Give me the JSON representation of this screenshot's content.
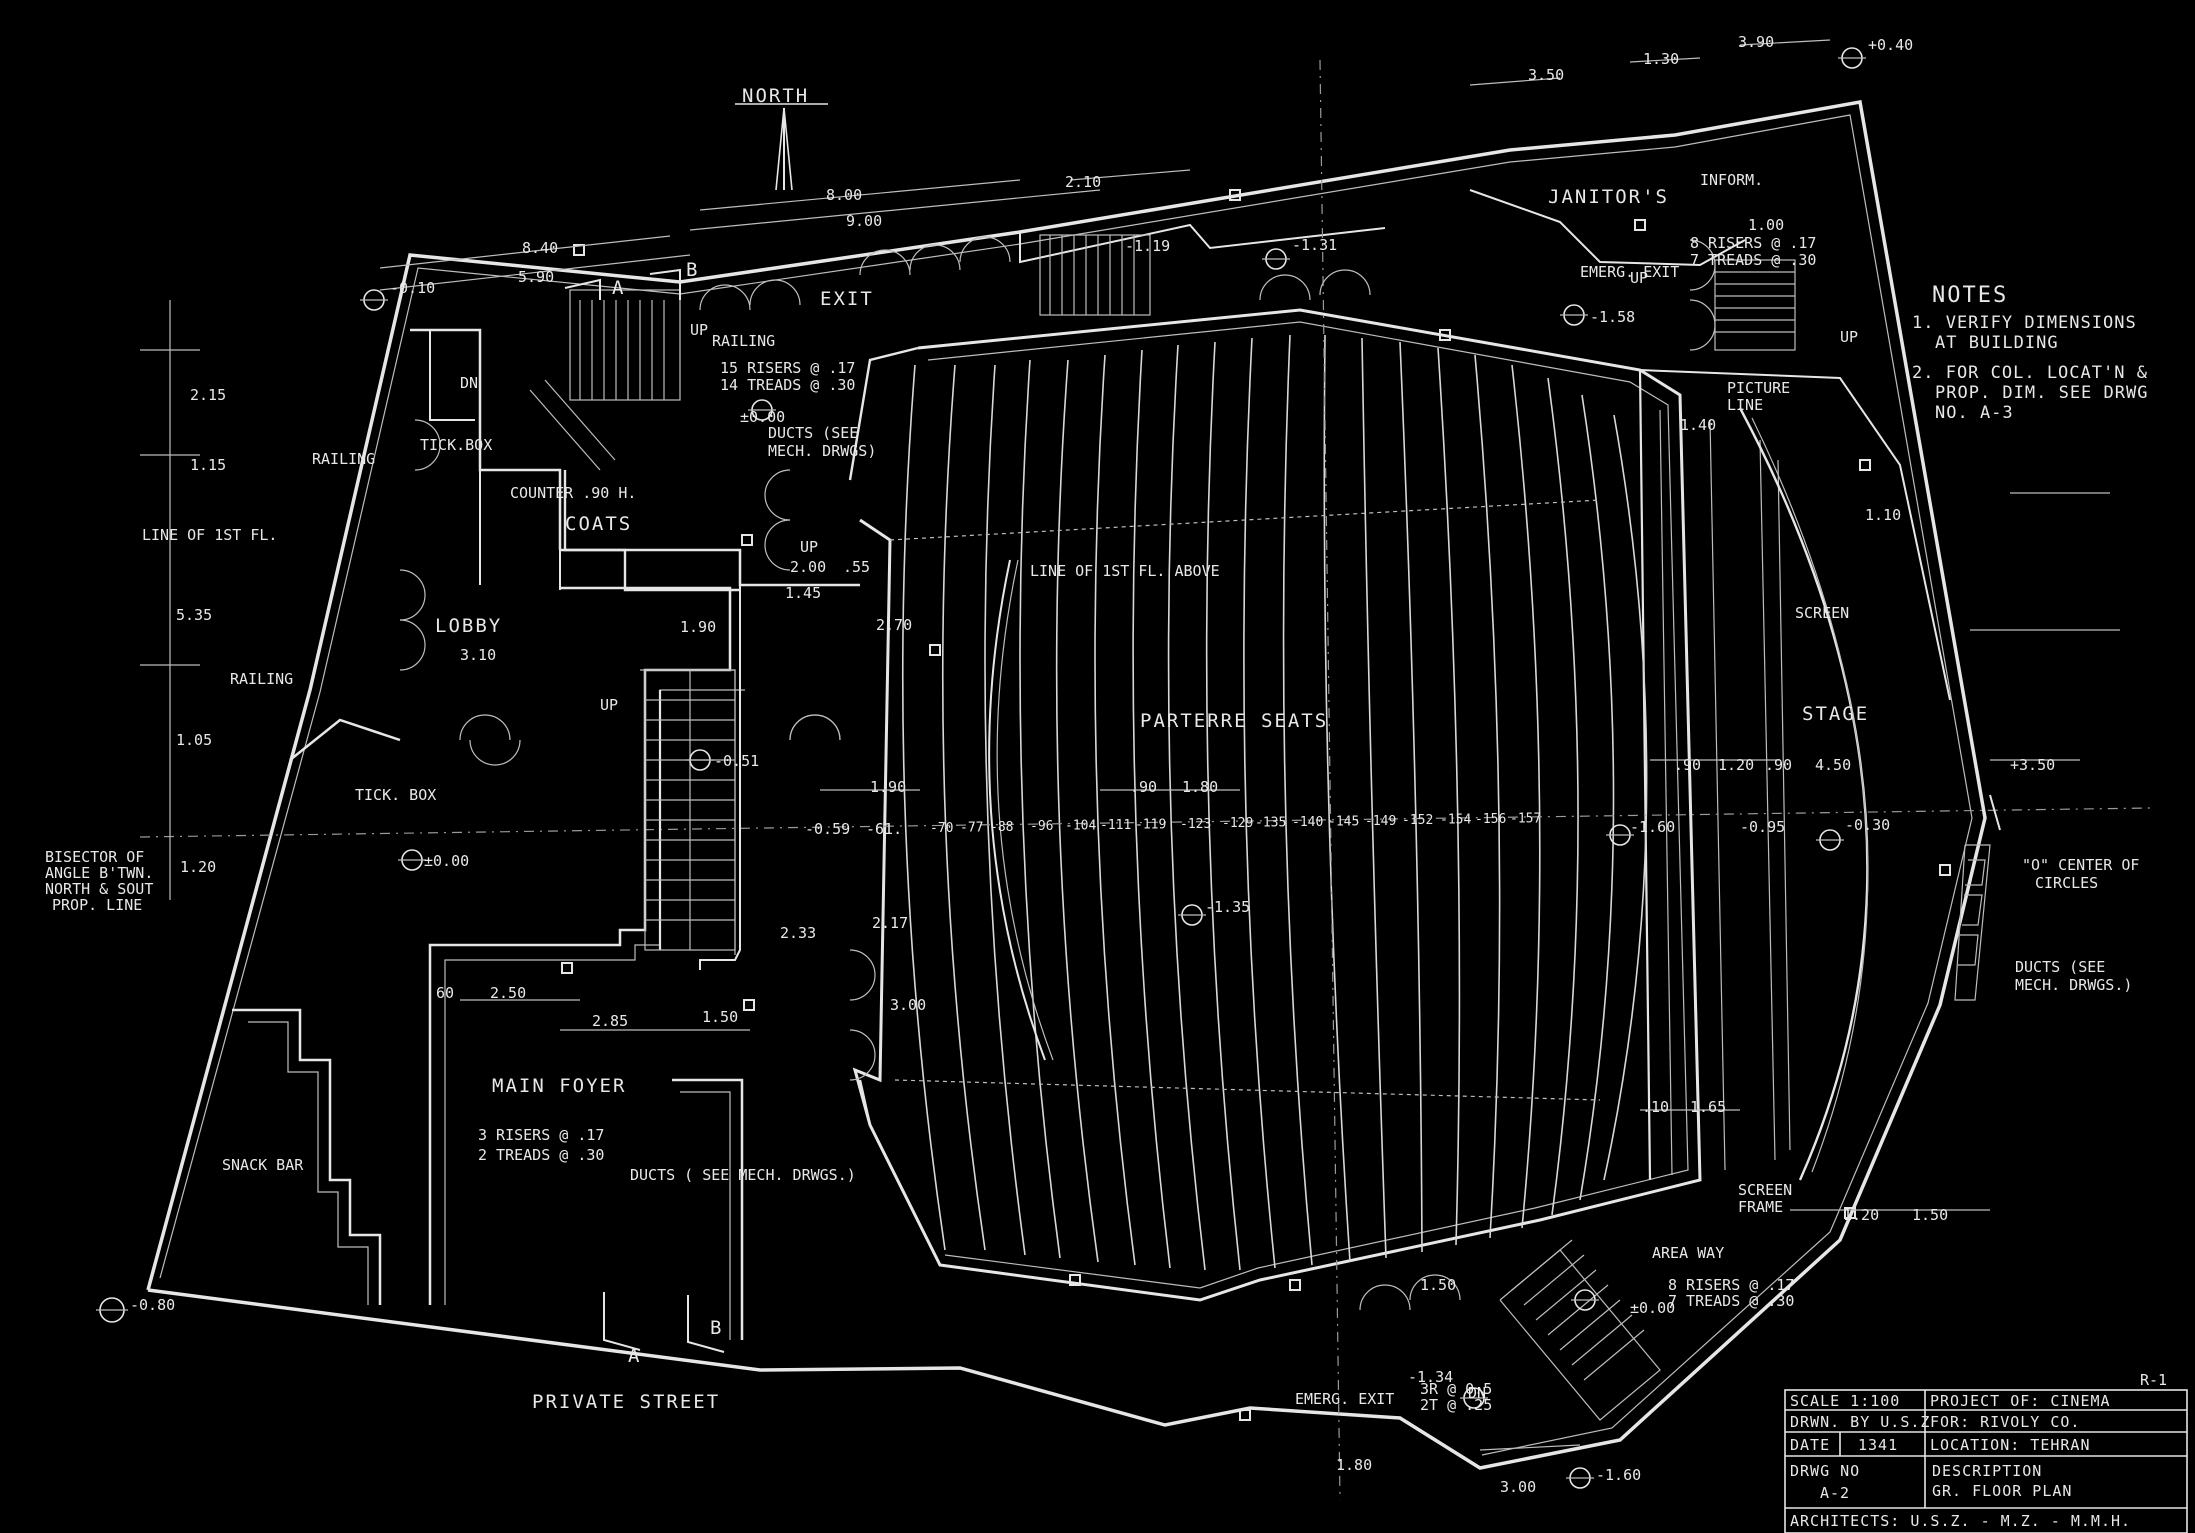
{
  "north": "NORTH",
  "rooms": {
    "exit": "EXIT",
    "janitors": "JANITOR'S",
    "inform": "INFORM.",
    "emerg_exit_upper": "EMERG. EXIT",
    "tick_box_upper": "TICK.BOX",
    "counter": "COUNTER .90 H.",
    "coats": "COATS",
    "lobby": "LOBBY",
    "tick_box_lower": "TICK. BOX",
    "main_foyer": "MAIN FOYER",
    "snack_bar": "SNACK BAR",
    "parterre_seats": "PARTERRE SEATS",
    "stage": "STAGE",
    "screen": "SCREEN",
    "picture_line_1": "PICTURE",
    "picture_line_2": "LINE",
    "screen_frame_1": "SCREEN",
    "screen_frame_2": "FRAME",
    "area_way": "AREA WAY",
    "emerg_exit_lower": "EMERG. EXIT",
    "private_street": "PRIVATE STREET"
  },
  "labels": {
    "railing_top": "RAILING",
    "railing_left": "RAILING",
    "railing_mid": "RAILING",
    "line_1st_fl": "LINE OF 1ST FL.",
    "line_1st_fl_above": "LINE OF 1ST FL. ABOVE",
    "risers_top_1": "15 RISERS @ .17",
    "risers_top_2": "14 TREADS @ .30",
    "ducts_top_1": "DUCTS (SEE",
    "ducts_top_2": "MECH. DRWGS)",
    "risers_foyer_1": "3 RISERS @ .17",
    "risers_foyer_2": "2 TREADS @ .30",
    "ducts_foyer": "DUCTS ( SEE MECH. DRWGS.)",
    "risers_ne_1": "8 RISERS @ .17",
    "risers_ne_2": "7 TREADS @ .30",
    "risers_se_1": "8 RISERS @ .17",
    "risers_se_2": "7 TREADS @ .30",
    "ducts_right_1": "DUCTS (SEE",
    "ducts_right_2": "MECH. DRWGS.)",
    "center_circles_1": "\"O\" CENTER OF",
    "center_circles_2": "CIRCLES",
    "bisector_1": "BISECTOR OF",
    "bisector_2": "ANGLE B'TWN.",
    "bisector_3": "NORTH & SOUT",
    "bisector_4": "PROP. LINE",
    "sheet_no": "R-1",
    "section_a": "A",
    "section_b": "B",
    "stair_dn": "DN",
    "stair_up": "UP"
  },
  "dimensions": {
    "d840": "8.40",
    "d590": "5.90",
    "d800": "8.00",
    "d900": "9.00",
    "d210": "2.10",
    "d350": "3.50",
    "d130": "1.30",
    "d390": "3.90",
    "p040": "+0.40",
    "m010": "-0.10",
    "m119": "-1.19",
    "m131": "-1.31",
    "m158": "-1.58",
    "d215": "2.15",
    "d115": "1.15",
    "d535": "5.35",
    "d105": "1.05",
    "d310": "3.10",
    "d190": "1.90",
    "d200": "2.00",
    "d145": "1.45",
    "d155": ".55",
    "d270": "2.70",
    "z000a": "±0.00",
    "z000b": "±0.00",
    "z000c": "±0.00",
    "d120": "1.20",
    "m051": "-0.51",
    "d233": "2.33",
    "d217": "2.17",
    "d250": "2.50",
    "d285": "2.85",
    "d150a": "1.50",
    "d300": "3.00",
    "d060": "60",
    "m135": "-1.35",
    "m160": "-1.60",
    "m095": "-0.95",
    "m030": "-0.30",
    "d450": "4.50",
    "p350": "+3.50",
    "d110": "1.10",
    "d100": "1.00",
    "d140": "1.40",
    "d090a": ".90",
    "d090b": ".90",
    "d120b": "1.20",
    "d010": ".10",
    "d165": "1.65",
    "d120c": "1.20",
    "d150b": "1.50",
    "d150c": "1.50",
    "d180": "1.80",
    "d300b": "3.00",
    "m080": "-0.80",
    "m134": "-1.34",
    "m160b": "-1.60",
    "riser_small_1": "3R @ 0.5",
    "riser_small_2": "2T @ .25",
    "d190b": "1.90",
    "d180b": "1.80",
    "d090c": ".90",
    "m059": "-0.59",
    "m061": "-61.",
    "row_levels": [
      "-70",
      "-77",
      "-88",
      "-96",
      "-104",
      "-111",
      "-119",
      "-123",
      "-129",
      "-135",
      "-140",
      "-145",
      "-149",
      "-152",
      "-154",
      "-156",
      "-157"
    ]
  },
  "notes": {
    "title": "NOTES",
    "n1a": "1. VERIFY DIMENSIONS",
    "n1b": "AT BUILDING",
    "n2a": "2. FOR COL. LOCAT'N &",
    "n2b": "PROP. DIM. SEE DRWG",
    "n2c": "NO. A-3"
  },
  "title_block": {
    "scale": "SCALE  1:100",
    "drawn_by": "DRWN. BY U.S.Z",
    "date_label": "DATE",
    "date_value": "1341",
    "drwg_label": "DRWG NO",
    "drwg_value": "A-2",
    "project": "PROJECT OF: CINEMA",
    "for": "FOR: RIVOLY CO.",
    "location": "LOCATION: TEHRAN",
    "description_label": "DESCRIPTION",
    "description_value": "GR. FLOOR PLAN",
    "architects": "ARCHITECTS:  U.S.Z. - M.Z. - M.M.H."
  }
}
